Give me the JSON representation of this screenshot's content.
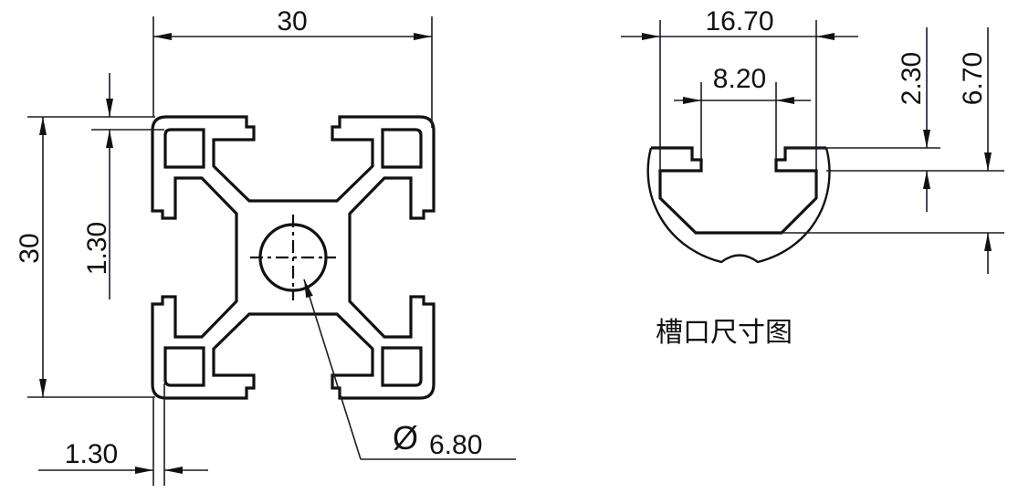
{
  "profile_drawing": {
    "width_label": "30",
    "height_label": "30",
    "slot_depth_label": "1.30",
    "wall_label": "1.30",
    "bore_label": "6.80",
    "diameter_symbol": "Ø"
  },
  "slot_drawing": {
    "title": "槽口尺寸图",
    "outer_width_label": "16.70",
    "opening_label": "8.20",
    "lip_label": "2.30",
    "depth_label": "6.70"
  }
}
